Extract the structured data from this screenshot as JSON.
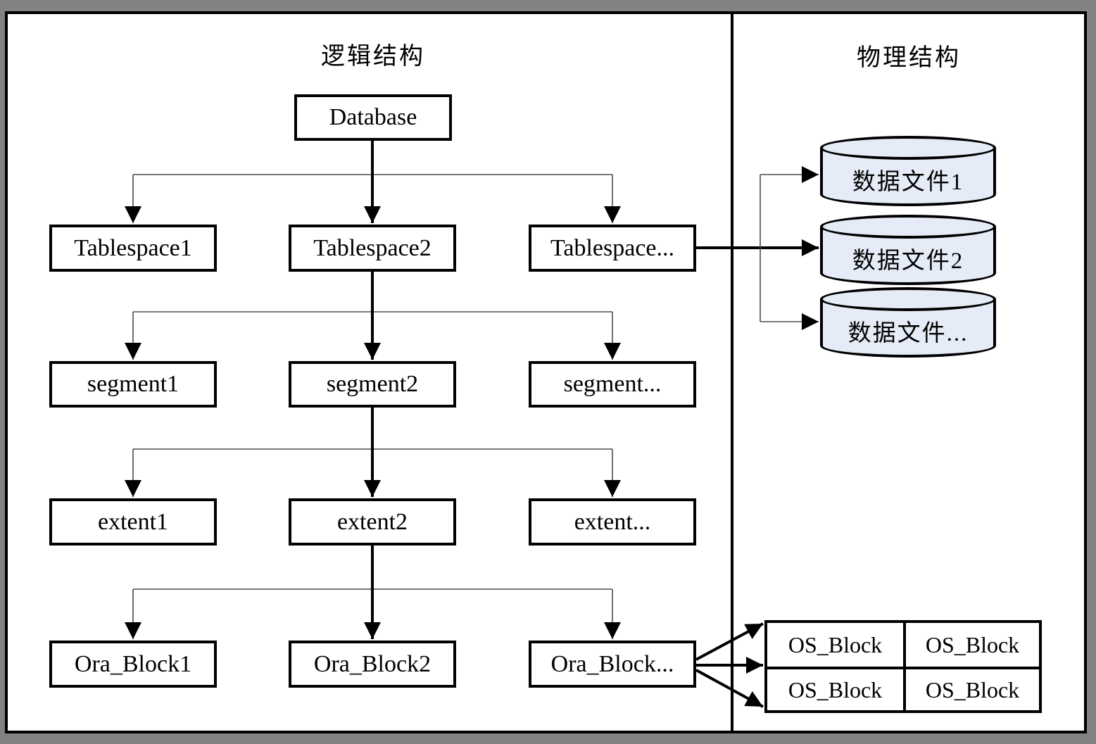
{
  "section_titles": {
    "logical": "逻辑结构",
    "physical": "物理结构"
  },
  "nodes": {
    "database": "Database",
    "tablespaces": [
      "Tablespace1",
      "Tablespace2",
      "Tablespace..."
    ],
    "segments": [
      "segment1",
      "segment2",
      "segment..."
    ],
    "extents": [
      "extent1",
      "extent2",
      "extent..."
    ],
    "ora_blocks": [
      "Ora_Block1",
      "Ora_Block2",
      "Ora_Block..."
    ]
  },
  "datafiles": [
    "数据文件1",
    "数据文件2",
    "数据文件..."
  ],
  "os_block_grid": [
    "OS_Block",
    "OS_Block",
    "OS_Block",
    "OS_Block"
  ],
  "colors": {
    "background": "#828282",
    "cylinder_fill": "#e6ecf7",
    "line": "#000000",
    "branch_line": "#4d4d4d"
  }
}
